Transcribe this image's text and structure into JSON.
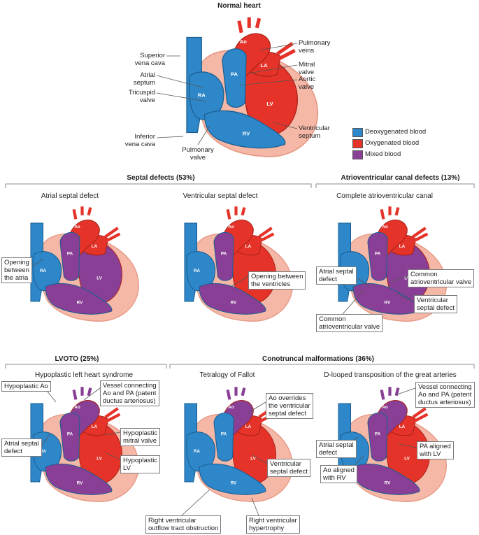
{
  "title": "Normal heart",
  "normal_heart": {
    "chamber_labels": [
      "Ao",
      "PA",
      "LA",
      "LV",
      "RA",
      "RV"
    ],
    "labels": {
      "superior_vena_cava": "Superior\nvena cava",
      "atrial_septum": "Atrial\nseptum",
      "tricuspid_valve": "Tricuspid\nvalve",
      "inferior_vena_cava": "Inferior\nvena cava",
      "pulmonary_valve": "Pulmonary\nvalve",
      "pulmonary_veins": "Pulmonary\nveins",
      "mitral_valve": "Mitral\nvalve",
      "aortic_valve": "Aortic\nvalve",
      "ventricular_septum": "Ventricular\nseptum"
    }
  },
  "legend": [
    {
      "label": "Deoxygenated blood",
      "color": "#2e87c9"
    },
    {
      "label": "Oxygenated blood",
      "color": "#e63329"
    },
    {
      "label": "Mixed blood",
      "color": "#8a3f96"
    }
  ],
  "sections": {
    "septal": "Septal defects (53%)",
    "av_canal": "Atrioventricular canal defects (13%)",
    "lvoto": "LVOTO (25%)",
    "conotruncal": "Conotruncal malformations (36%)"
  },
  "panels": {
    "asd": {
      "title": "Atrial septal defect",
      "callouts": {
        "opening": "Opening\nbetween\nthe atria"
      }
    },
    "vsd": {
      "title": "Ventricular septal defect",
      "callouts": {
        "opening": "Opening between\nthe ventricles"
      }
    },
    "cavc": {
      "title": "Complete atrioventricular canal",
      "callouts": {
        "asd": "Atrial septal\ndefect",
        "common_valve_right": "Common\natrioventricular valve",
        "vsd": "Ventricular\nseptal defect",
        "common_valve_bottom": "Common\natrioventricular valve"
      }
    },
    "hlhs": {
      "title": "Hypoplastic left heart syndrome",
      "callouts": {
        "hypo_ao": "Hypoplastic Ao",
        "vessel": "Vessel connecting\nAo and PA (patent\nductus arteriosus)",
        "hypo_mv": "Hypoplastic\nmitral valve",
        "asd": "Atrial septal\ndefect",
        "hypo_lv": "Hypoplastic\nLV"
      }
    },
    "tof": {
      "title": "Tetralogy of Fallot",
      "callouts": {
        "ao_overrides": "Ao overrides\nthe ventricular\nseptal defect",
        "vsd": "Ventricular\nseptal defect",
        "rvoto": "Right ventricular\noutflow tract obstruction",
        "rvh": "Right ventricular\nhypertrophy"
      }
    },
    "dtga": {
      "title": "D-looped transposition of the great arteries",
      "callouts": {
        "vessel": "Vessel connecting\nAo and PA (patent\nductus arteriosus)",
        "asd": "Atrial septal\ndefect",
        "pa_aligned": "PA aligned\nwith LV",
        "ao_aligned": "Ao aligned\nwith RV"
      }
    }
  }
}
